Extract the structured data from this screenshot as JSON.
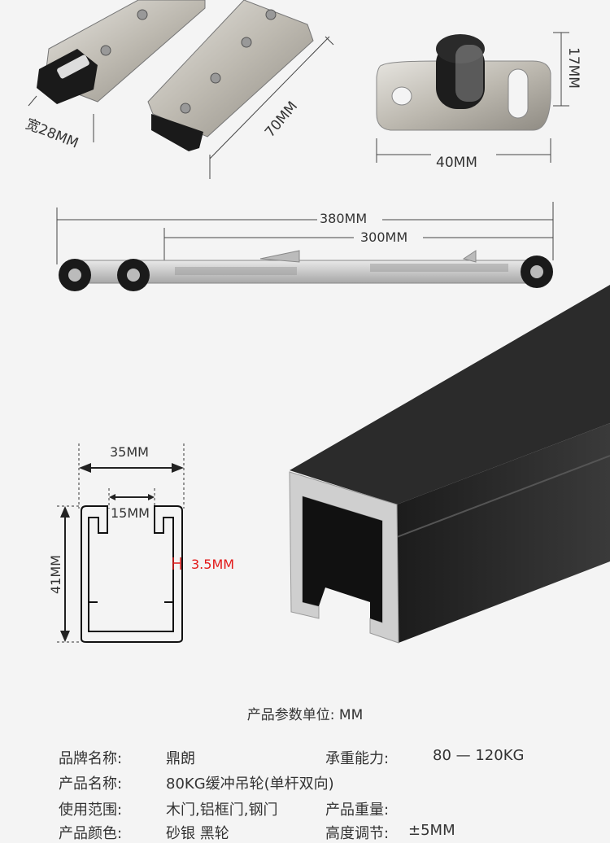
{
  "dimensions": {
    "width28": "宽28MM",
    "length70": "70MM",
    "height17": "17MM",
    "width40": "40MM",
    "len380": "380MM",
    "len300": "300MM",
    "profile_width": "35MM",
    "profile_opening": "15MM",
    "profile_height": "41MM",
    "wall_thickness": "3.5MM"
  },
  "specs": {
    "title": "产品参数单位: MM",
    "rows": [
      {
        "k1": "品牌名称:",
        "v1": "鼎朗",
        "k2": "承重能力:",
        "v2": "80 — 120KG"
      },
      {
        "k1": "产品名称:",
        "v1": "80KG缓冲吊轮(单杆双向)",
        "k2": "",
        "v2": ""
      },
      {
        "k1": "使用范围:",
        "v1": "木门,铝框门,钢门",
        "k2": "产品重量:",
        "v2": ""
      },
      {
        "k1": "产品颜色:",
        "v1": "砂银 黑轮",
        "k2": "高度调节:",
        "v2": "±5MM"
      }
    ]
  },
  "colors": {
    "accent_red": "#e21a1a",
    "profile_black": "#1b1b1b",
    "metal": "#c9c6bf"
  }
}
